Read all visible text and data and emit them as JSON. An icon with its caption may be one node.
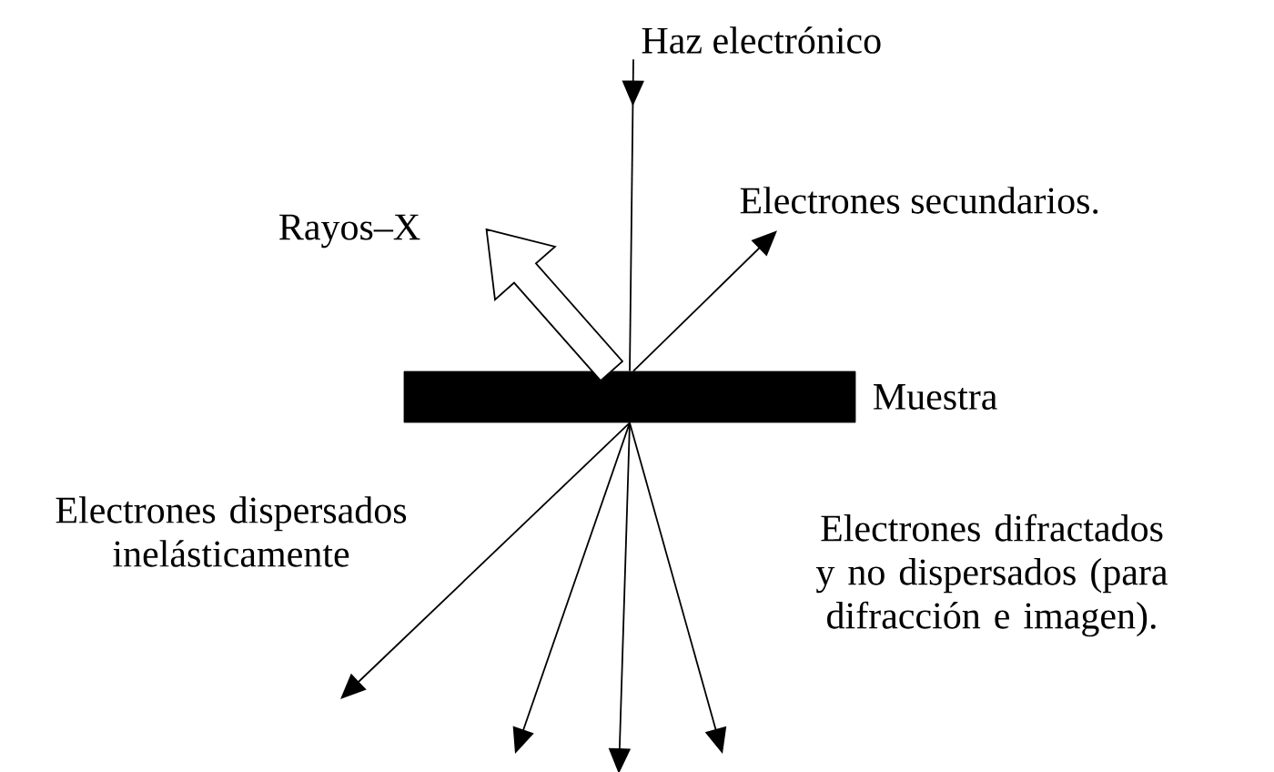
{
  "diagram": {
    "nodes": [
      {
        "text": [],
        "shape": "bar",
        "beside": [
          "Muestra"
        ]
      },
      {
        "text": [
          "Haz electrónico"
        ]
      },
      {
        "text": [
          "Rayos–X"
        ]
      },
      {
        "text": [
          "Electrones secundarios."
        ]
      }
    ],
    "edges": [
      {
        "from": 1,
        "to": 0,
        "arrow": "to"
      },
      {
        "from": 0,
        "to": 2,
        "arrow": "to",
        "style": "thick"
      },
      {
        "from": 0,
        "to": 3,
        "arrow": "to"
      },
      {
        "from": 0,
        "to": null,
        "arrow": "to"
      },
      {
        "from": 0,
        "to": null,
        "arrow": "to"
      },
      {
        "from": 0,
        "to": null,
        "arrow": "to"
      },
      {
        "from": 0,
        "to": null,
        "arrow": "to"
      }
    ],
    "labels": [
      "Electrones dispersados inelásticamente",
      "Electrones difractados y no dispersados (para difracción e imagen)."
    ]
  }
}
